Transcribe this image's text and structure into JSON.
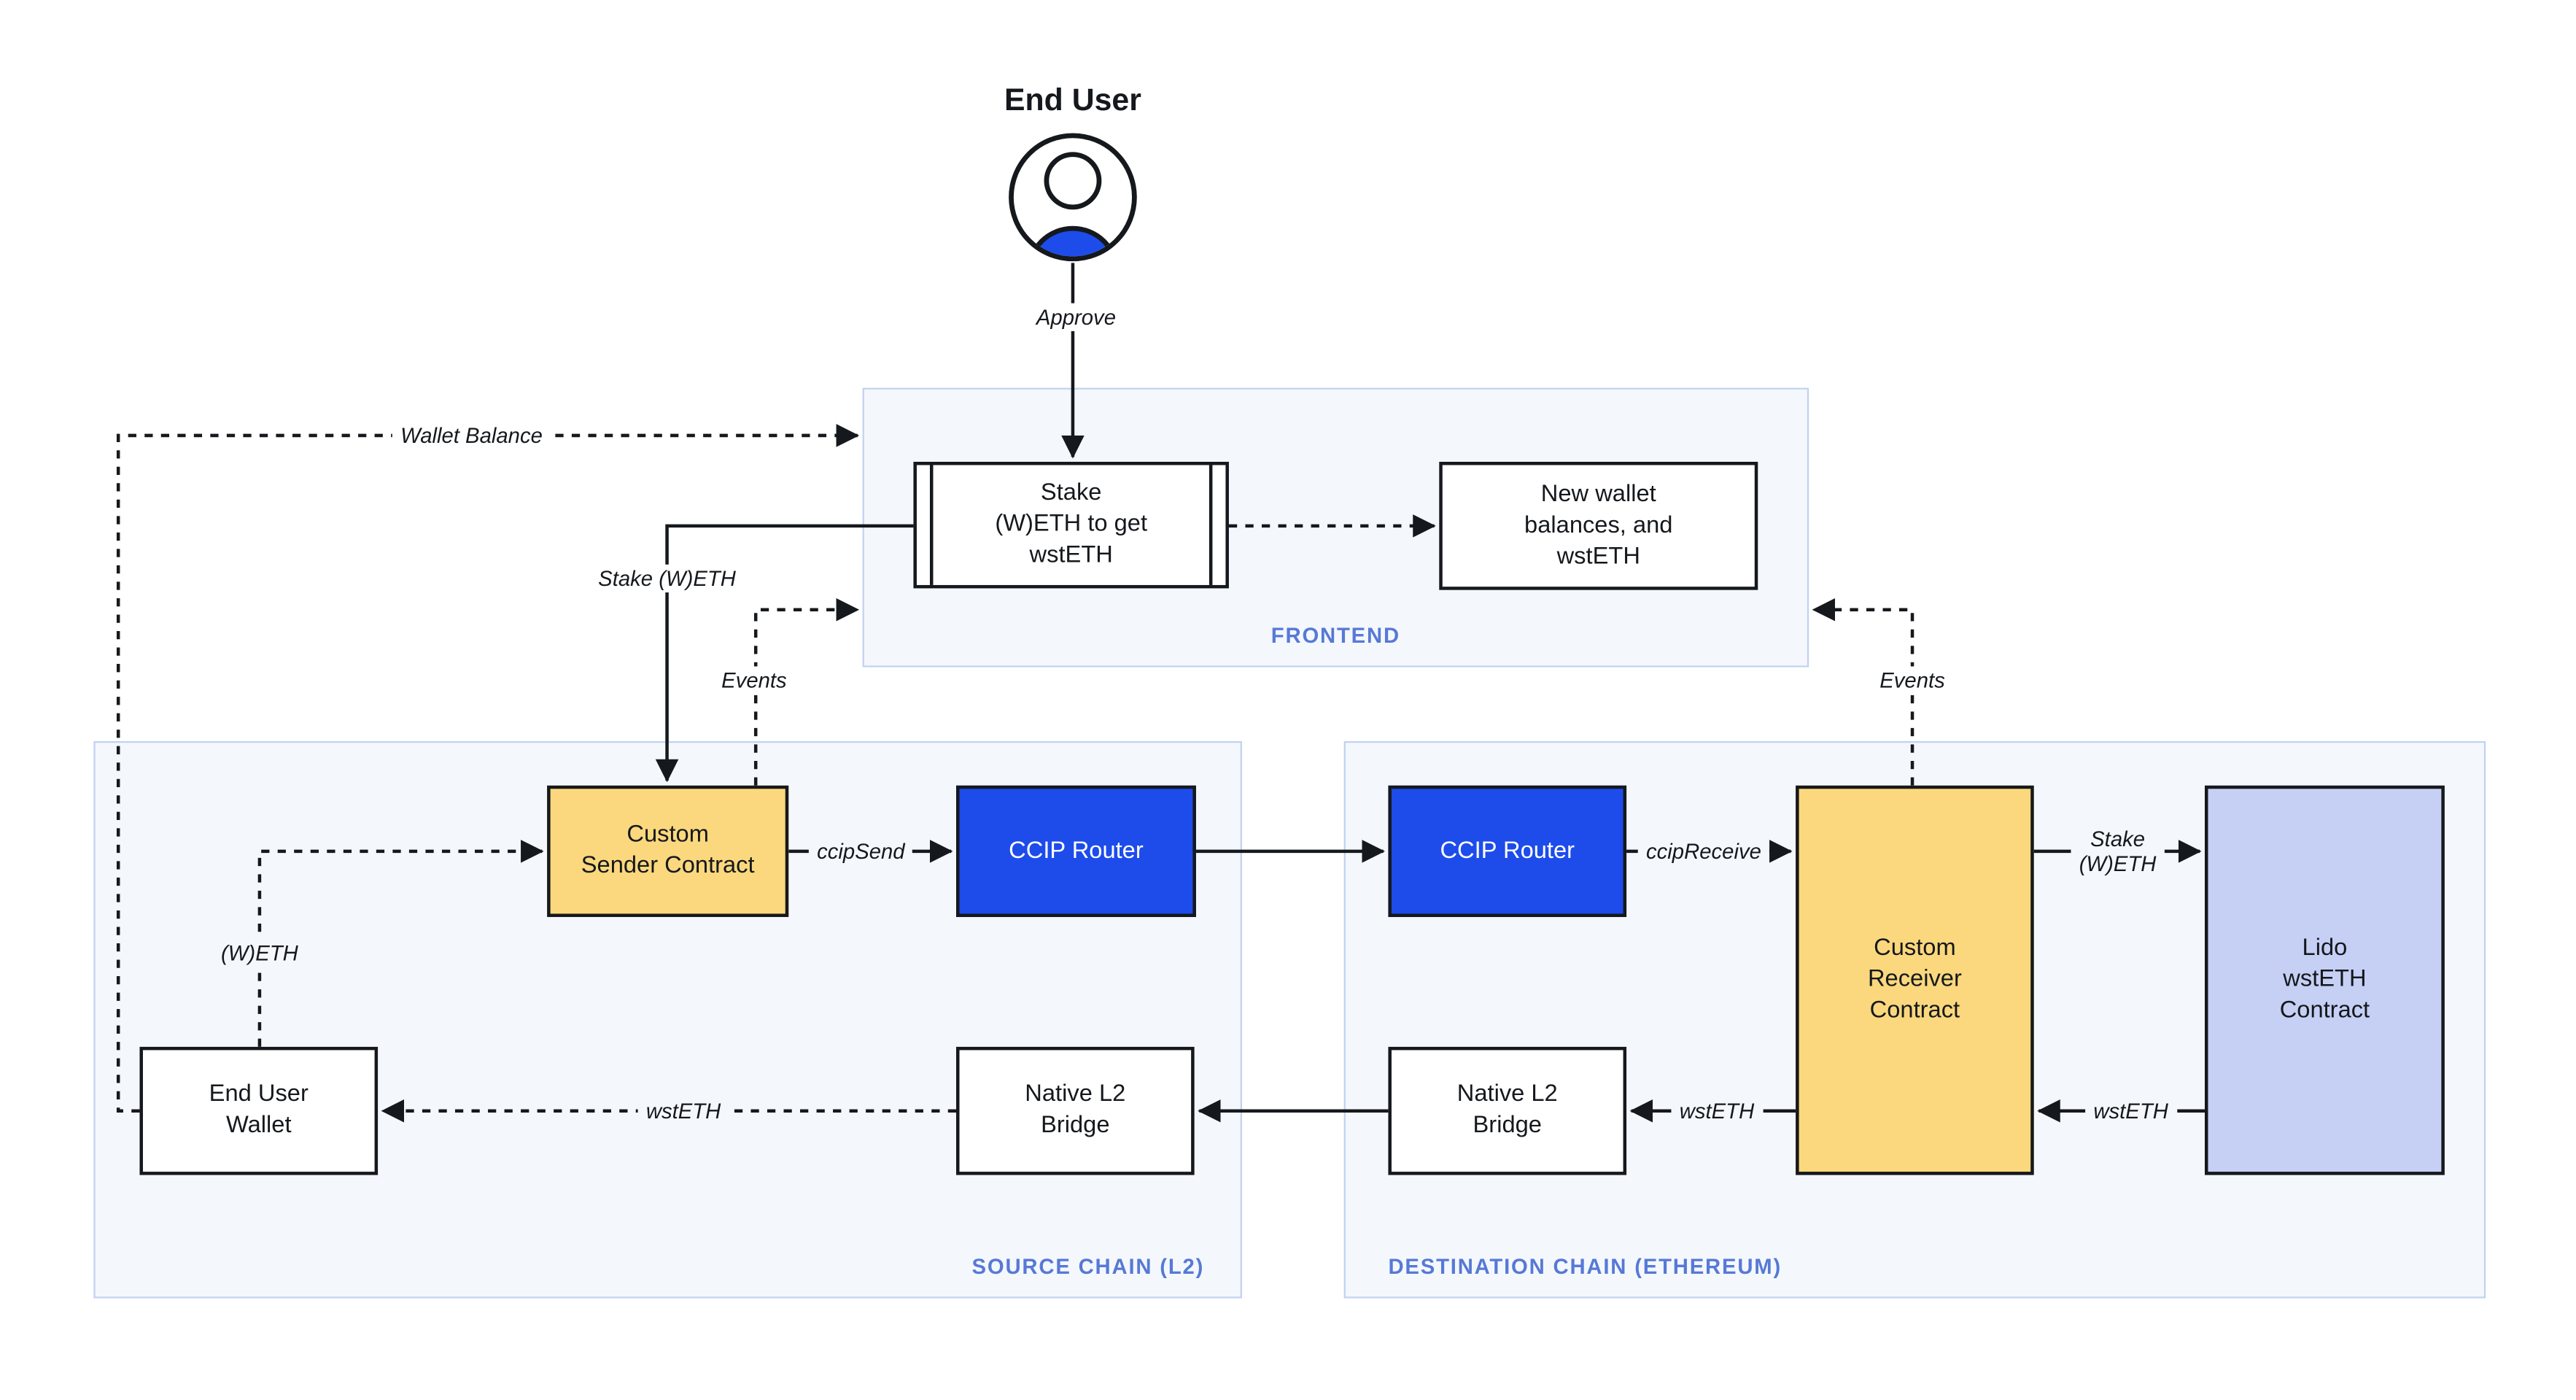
{
  "colors": {
    "ink": "#15181c",
    "container_bg": "#f4f8fd",
    "container_border": "#c2d2f0",
    "section_label": "#5779d6",
    "node_yellow": "#fbd87d",
    "node_blue": "#1d4ceb",
    "node_lavender": "#c6d0f5"
  },
  "end_user": {
    "label": "End User"
  },
  "frontend": {
    "label": "FRONTEND",
    "stake_box": "Stake\n(W)ETH to get\nwstETH",
    "new_wallet_box": "New wallet\nbalances, and\nwstETH"
  },
  "source_chain": {
    "label": "SOURCE CHAIN (L2)",
    "custom_sender": "Custom\nSender Contract",
    "ccip_router": "CCIP Router",
    "end_user_wallet": "End User\nWallet",
    "native_l2_bridge": "Native L2\nBridge"
  },
  "destination_chain": {
    "label": "DESTINATION CHAIN (ETHEREUM)",
    "ccip_router": "CCIP Router",
    "custom_receiver": "Custom\nReceiver\nContract",
    "lido_contract": "Lido\nwstETH\nContract",
    "native_l2_bridge": "Native L2\nBridge"
  },
  "edge_labels": {
    "approve": "Approve",
    "wallet_balance": "Wallet Balance",
    "stake_weth": "Stake (W)ETH",
    "events_left": "Events",
    "events_right": "Events",
    "ccip_send": "ccipSend",
    "ccip_receive": "ccipReceive",
    "weth": "(W)ETH",
    "wsteth_to_wallet": "wstETH",
    "stake_weth_to_lido": "Stake\n(W)ETH",
    "wsteth_from_lido": "wstETH",
    "wsteth_to_bridge": "wstETH"
  }
}
